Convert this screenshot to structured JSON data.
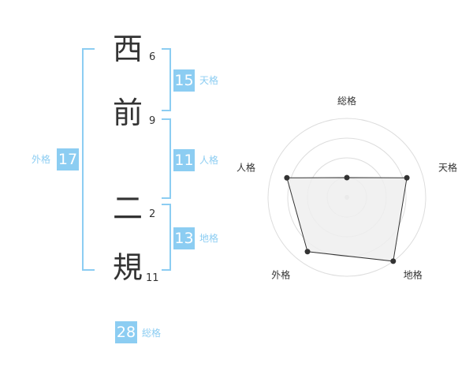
{
  "name": {
    "chars": [
      {
        "char": "西",
        "strokes": "6"
      },
      {
        "char": "前",
        "strokes": "9"
      },
      {
        "char": "二",
        "strokes": "2"
      },
      {
        "char": "規",
        "strokes": "11"
      }
    ]
  },
  "scores": {
    "tenkaku": {
      "value": "15",
      "label": "天格"
    },
    "jinkaku": {
      "value": "11",
      "label": "人格"
    },
    "chikaku": {
      "value": "13",
      "label": "地格"
    },
    "gaikaku": {
      "value": "17",
      "label": "外格"
    },
    "soukaku": {
      "value": "28",
      "label": "総格"
    }
  },
  "chart_data": {
    "type": "radar",
    "axes": [
      "総格",
      "天格",
      "地格",
      "外格",
      "人格"
    ],
    "values": [
      0.25,
      0.8,
      1.0,
      0.85,
      0.8
    ],
    "rings": 4,
    "grid": true
  },
  "colors": {
    "accent": "#8ccdf2",
    "text": "#333333",
    "fill": "#efefef"
  }
}
